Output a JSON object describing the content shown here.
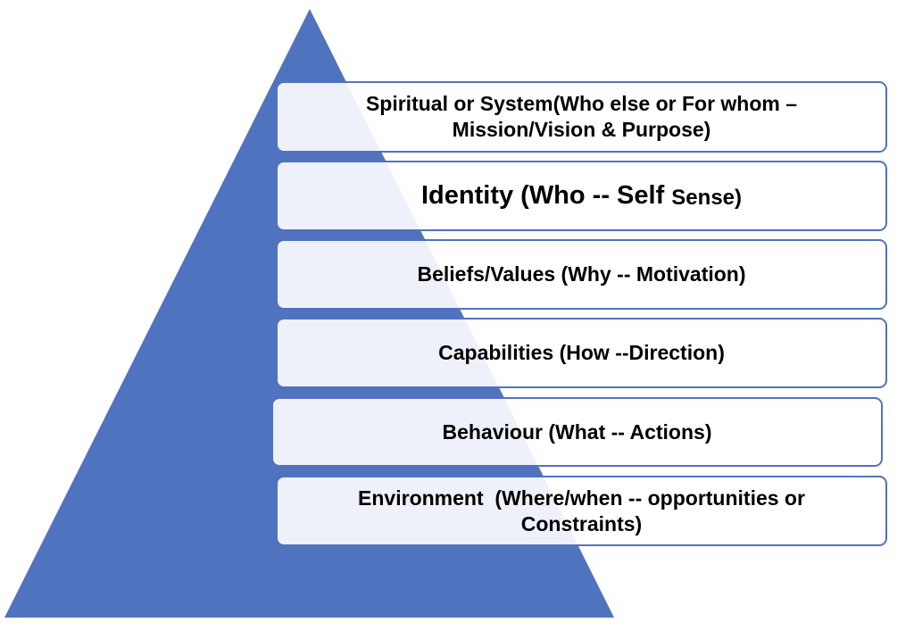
{
  "colors": {
    "triangle": "#4f73bf",
    "box_border": "#4f73bf"
  },
  "levels": [
    {
      "line1": "Spiritual or System(Who else or For whom –",
      "line2": "Mission/Vision & Purpose)"
    },
    {
      "main": "Identity (Who -- Self ",
      "small": "Sense)"
    },
    {
      "text": "Beliefs/Values (Why -- Motivation)"
    },
    {
      "text": "Capabilities (How --Direction)"
    },
    {
      "text": "Behaviour (What -- Actions)"
    },
    {
      "line1": "Environment  (Where/when -- opportunities or",
      "line2": "Constraints)"
    }
  ]
}
